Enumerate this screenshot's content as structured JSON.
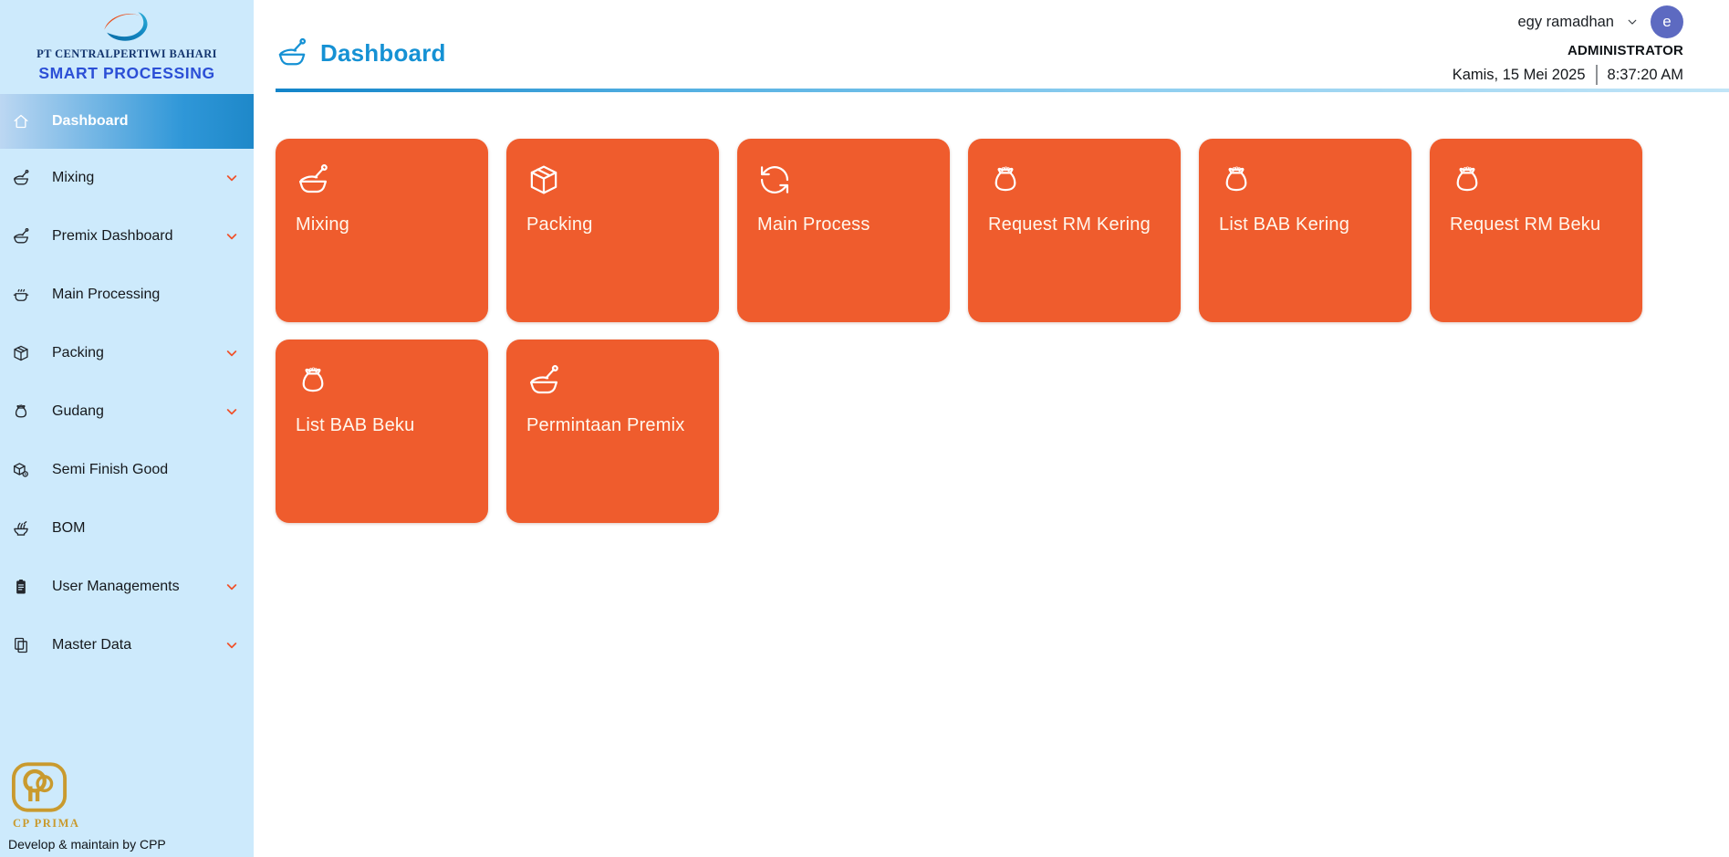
{
  "brand": {
    "company": "PT CENTRALPERTIWI BAHARI",
    "app": "SMART PROCESSING"
  },
  "page": {
    "title": "Dashboard",
    "title_icon": "mixing-bowl-icon"
  },
  "user": {
    "name": "egy ramadhan",
    "role": "ADMINISTRATOR",
    "avatar_initial": "e",
    "date": "Kamis, 15 Mei 2025",
    "time": "8:37:20 AM"
  },
  "sidebar": {
    "items": [
      {
        "label": "Dashboard",
        "icon": "home-icon",
        "active": true,
        "expandable": false
      },
      {
        "label": "Mixing",
        "icon": "mixing-bowl-icon",
        "active": false,
        "expandable": true
      },
      {
        "label": "Premix Dashboard",
        "icon": "mixing-bowl-icon",
        "active": false,
        "expandable": true
      },
      {
        "label": "Main Processing",
        "icon": "pot-icon",
        "active": false,
        "expandable": false
      },
      {
        "label": "Packing",
        "icon": "box-icon",
        "active": false,
        "expandable": true
      },
      {
        "label": "Gudang",
        "icon": "sack-icon",
        "active": false,
        "expandable": true
      },
      {
        "label": "Semi Finish Good",
        "icon": "box-badge-icon",
        "active": false,
        "expandable": false
      },
      {
        "label": "BOM",
        "icon": "noodle-bowl-icon",
        "active": false,
        "expandable": false
      },
      {
        "label": "User Managements",
        "icon": "clipboard-user-icon",
        "active": false,
        "expandable": true
      },
      {
        "label": "Master Data",
        "icon": "copy-icon",
        "active": false,
        "expandable": true
      }
    ]
  },
  "dashboard_cards": [
    {
      "label": "Mixing",
      "icon": "mixing-bowl-icon"
    },
    {
      "label": "Packing",
      "icon": "box-icon"
    },
    {
      "label": "Main Process",
      "icon": "process-icon"
    },
    {
      "label": "Request RM Kering",
      "icon": "sack-icon"
    },
    {
      "label": "List BAB Kering",
      "icon": "sack-icon"
    },
    {
      "label": "Request RM Beku",
      "icon": "sack-icon"
    },
    {
      "label": "List BAB Beku",
      "icon": "sack-icon"
    },
    {
      "label": "Permintaan Premix",
      "icon": "mixing-bowl-icon"
    }
  ],
  "footer": {
    "logo_text": "CP PRIMA",
    "note": "Develop & maintain by CPP"
  },
  "colors": {
    "card_orange": "#ef5c2d",
    "chevron_orange": "#f0512a",
    "sidebar_bg": "#cdeafc",
    "active_gradient_start": "#bcd7f2",
    "active_gradient_end": "#1e88c9",
    "title_blue": "#1591d4",
    "brand_blue": "#2b4fd6",
    "brand_navy": "#14356e",
    "gold": "#c99a2e",
    "avatar_purple": "#5d6ac1"
  }
}
